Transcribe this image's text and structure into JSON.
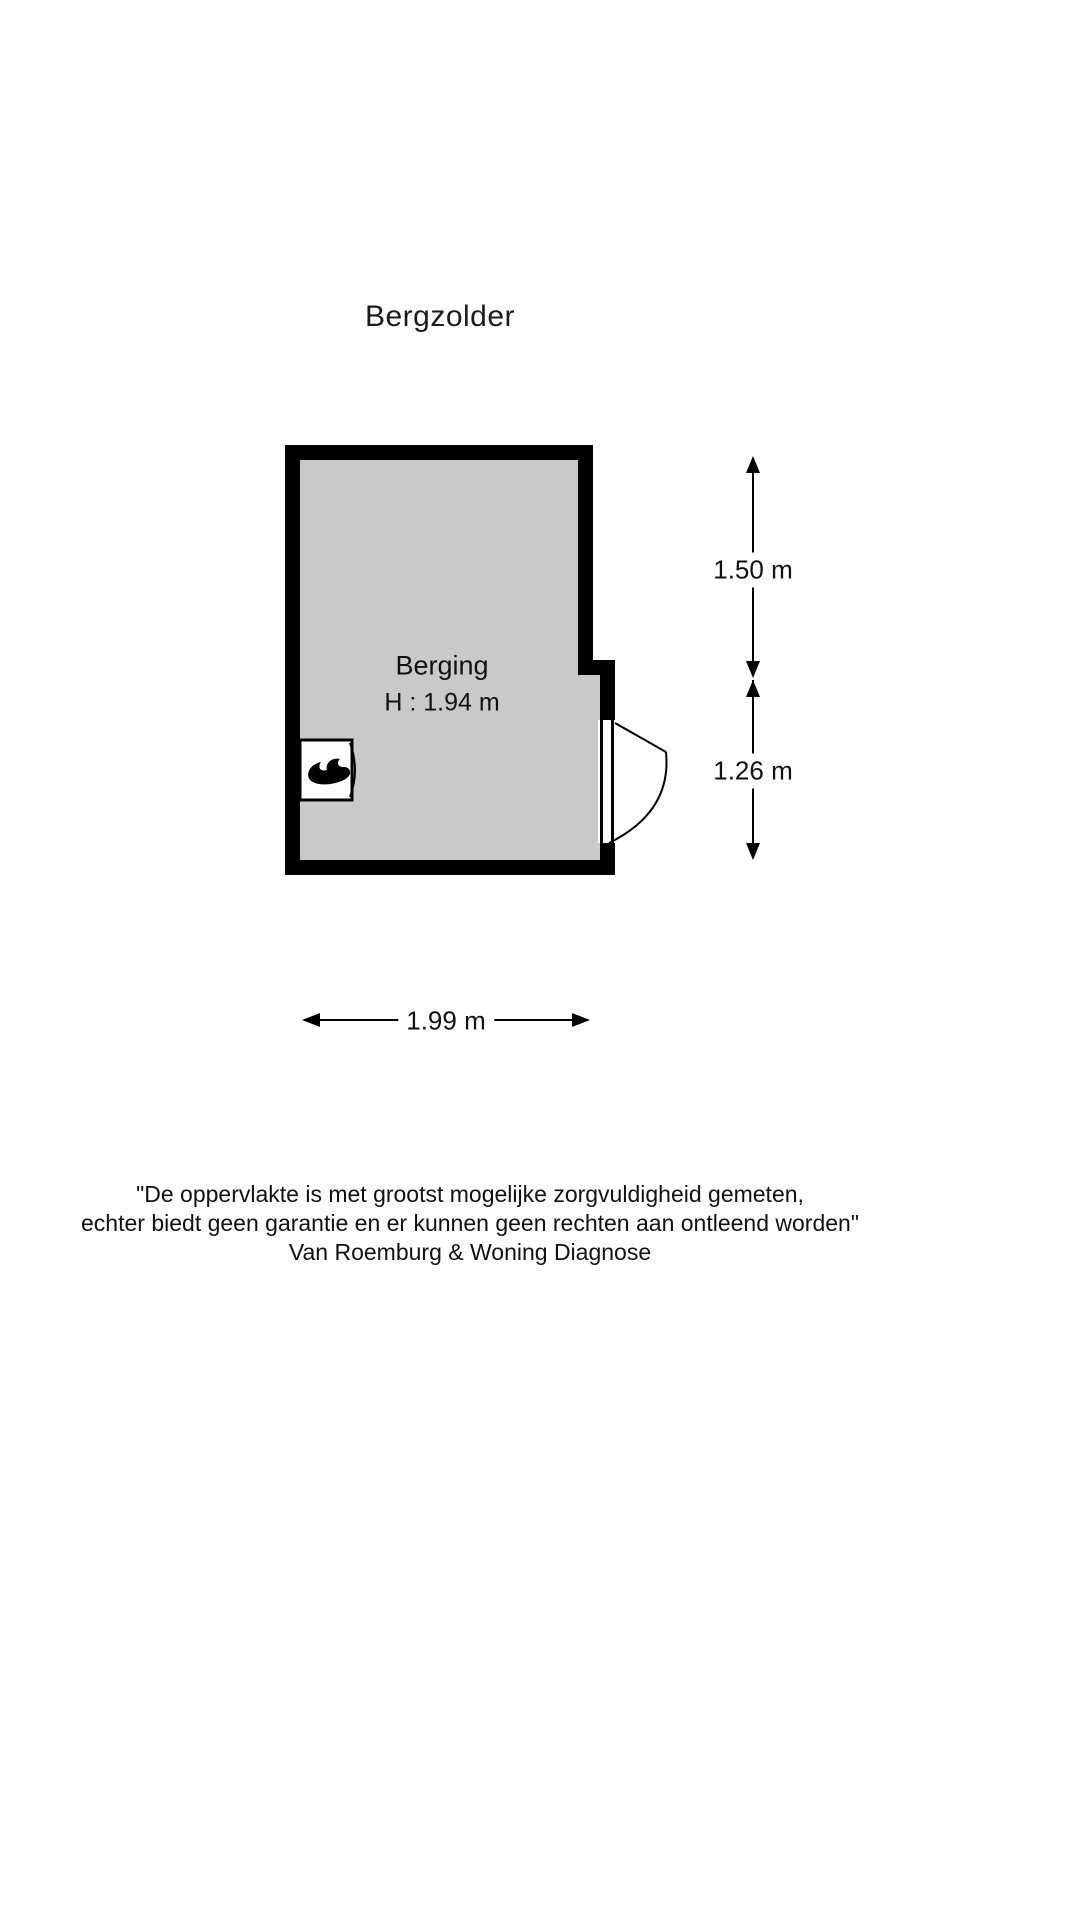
{
  "title": "Bergzolder",
  "room": {
    "name": "Berging",
    "height_label": "H : 1.94 m"
  },
  "dimensions": {
    "right_top": "1.50 m",
    "right_bottom": "1.26 m",
    "bottom": "1.99 m"
  },
  "disclaimer": {
    "line1": "\"De oppervlakte is met grootst mogelijke zorgvuldigheid gemeten,",
    "line2": "echter biedt geen garantie en er kunnen geen rechten aan ontleend worden\"",
    "line3": "Van Roemburg & Woning Diagnose"
  },
  "icons": {
    "boiler": "boiler-icon",
    "flame": "flame-icon",
    "door": "door-swing-icon",
    "arrows": "dimension-arrow-icon"
  },
  "colors": {
    "wall": "#000000",
    "floor": "#c9c9c9",
    "background": "#ffffff"
  }
}
